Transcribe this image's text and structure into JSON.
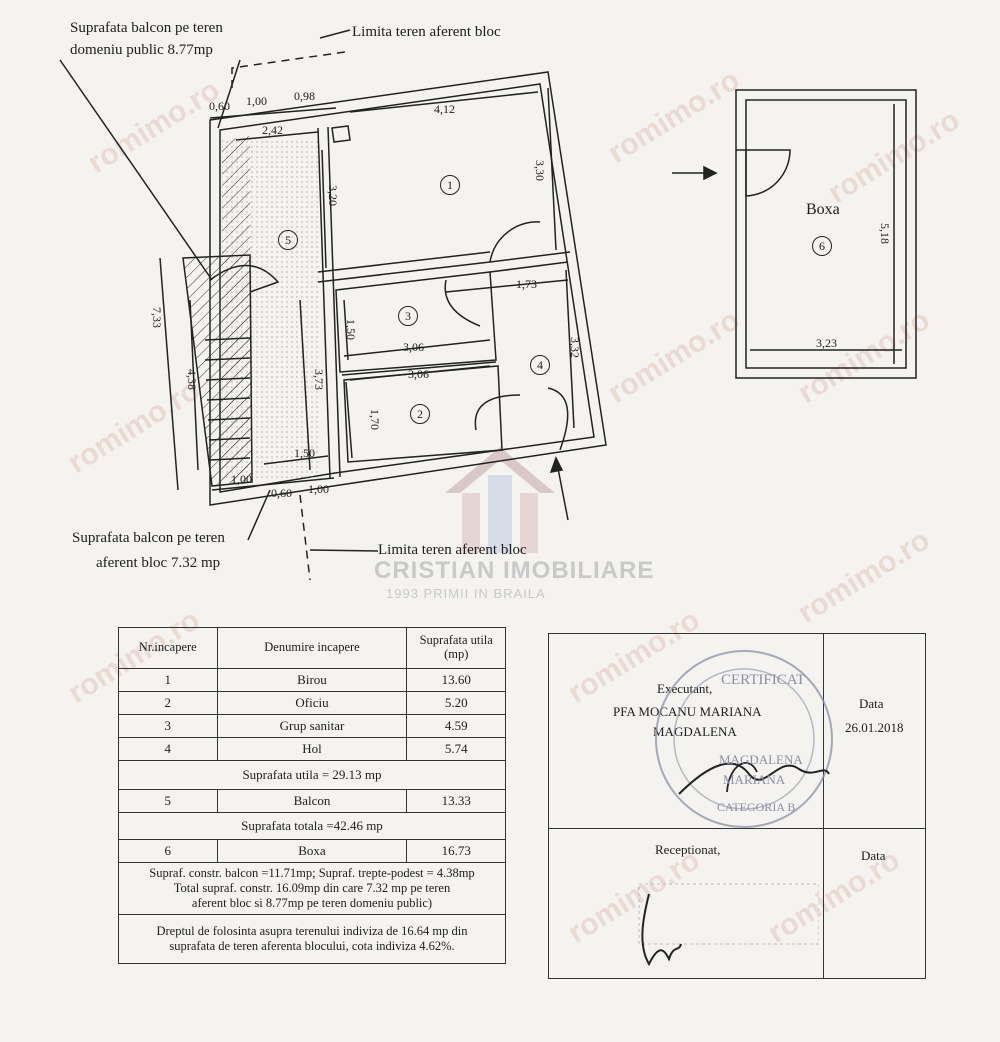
{
  "labels": {
    "balcon_public": [
      "Suprafata balcon pe teren",
      "domeniu public 8.77mp"
    ],
    "limita_top": "Limita teren aferent bloc",
    "limita_bottom": "Limita teren aferent bloc",
    "balcon_bloc": [
      "Suprafata balcon pe teren",
      "aferent bloc 7.32 mp"
    ],
    "boxa": "Boxa"
  },
  "dimensions": {
    "top_a": "0,60",
    "top_b": "1,00",
    "top_c": "0,98",
    "w242": "2,42",
    "w412": "4,12",
    "h330": "3,30",
    "h320": "3,20",
    "w173": "1,73",
    "h150": "1,50",
    "w306a": "3,06",
    "w306b": "3,06",
    "h332": "3,32",
    "h170": "1,70",
    "h373": "3,73",
    "h438": "4,38",
    "h733": "7,33",
    "w150": "1,50",
    "bot_a": "1,00",
    "bot_b": "0,60",
    "bot_c": "1,00",
    "boxa_h": "5,18",
    "boxa_w": "3,23"
  },
  "room_numbers": [
    "1",
    "2",
    "3",
    "4",
    "5",
    "6"
  ],
  "table": {
    "headers": [
      "Nr.incapere",
      "Denumire incapere",
      "Suprafata utila (mp)"
    ],
    "rows": [
      {
        "nr": "1",
        "name": "Birou",
        "area": "13.60"
      },
      {
        "nr": "2",
        "name": "Oficiu",
        "area": "5.20"
      },
      {
        "nr": "3",
        "name": "Grup sanitar",
        "area": "4.59"
      },
      {
        "nr": "4",
        "name": "Hol",
        "area": "5.74"
      }
    ],
    "total_util": "Suprafata utila = 29.13 mp",
    "row5": {
      "nr": "5",
      "name": "Balcon",
      "area": "13.33"
    },
    "total": "Suprafata totala =42.46 mp",
    "row6": {
      "nr": "6",
      "name": "Boxa",
      "area": "16.73"
    },
    "note1": [
      "Supraf. constr. balcon =11.71mp; Supraf. trepte-podest = 4.38mp",
      "Total supraf. constr. 16.09mp din care 7.32 mp pe teren",
      "aferent bloc si 8.77mp pe teren domeniu public)"
    ],
    "note2": [
      "Dreptul de folosinta asupra terenului indiviza de 16.64 mp din",
      "suprafata de teren aferenta blocului, cota indiviza 4.62%."
    ]
  },
  "sign": {
    "executant": "Executant,",
    "name1": "PFA MOCANU MARIANA",
    "name2": "MAGDALENA",
    "data_label": "Data",
    "date": "26.01.2018",
    "receptionat": "Receptionat,",
    "data_label2": "Data",
    "stamp_lines": [
      "CERTIFICAT",
      "MAGDALENA",
      "MARIANA",
      "CATEGORIA B"
    ]
  },
  "watermark": {
    "brand": "CRISTIAN IMOBILIARE",
    "tagline": "1993 PRIMII IN BRAILA",
    "site": "romimo.ro"
  }
}
